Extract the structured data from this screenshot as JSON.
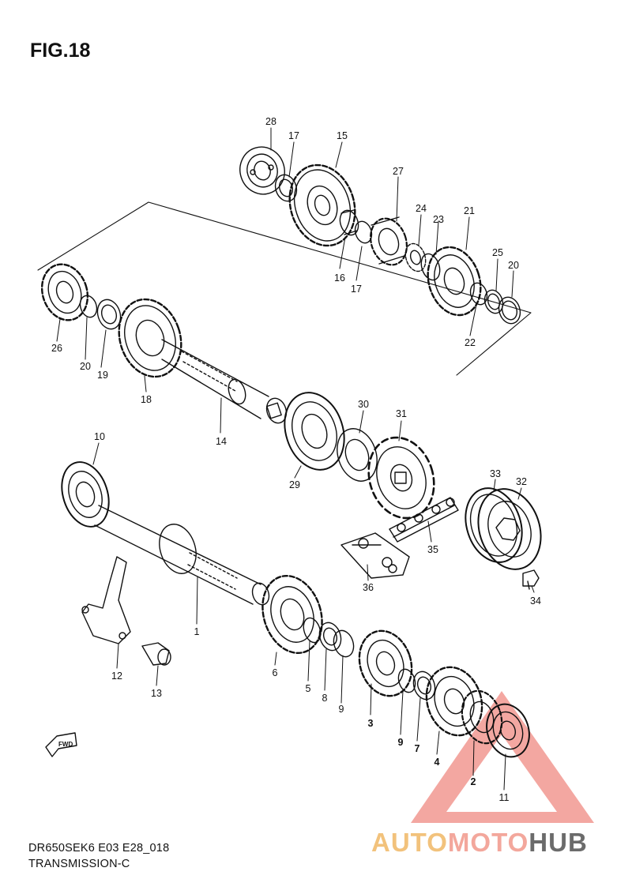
{
  "figure": {
    "title": "FIG.18"
  },
  "footer": {
    "line1": "DR650SEK6 E03 E28_018",
    "line2": "TRANSMISSION-C"
  },
  "fwd_icon": {
    "label": "FWD",
    "icon": "fwd-arrow-icon"
  },
  "watermark": {
    "part1": "AUTO",
    "part2": "MOTO",
    "part3": "HUB",
    "logo": "warning-triangle-logo",
    "colors": {
      "auto": "#f2c27c",
      "moto": "#f3a79c",
      "hub": "#6b6b6b",
      "triangle": "#e8625a"
    }
  },
  "callouts": {
    "c1": "1",
    "c2": "2",
    "c3": "3",
    "c4": "4",
    "c5": "5",
    "c6": "6",
    "c7": "7",
    "c8": "8",
    "c9": "9",
    "c9b": "9",
    "c10": "10",
    "c11": "11",
    "c12": "12",
    "c13": "13",
    "c14": "14",
    "c15": "15",
    "c16": "16",
    "c17a": "17",
    "c17b": "17",
    "c18": "18",
    "c19": "19",
    "c20a": "20",
    "c20b": "20",
    "c21": "21",
    "c22": "22",
    "c23": "23",
    "c24": "24",
    "c25": "25",
    "c26": "26",
    "c27": "27",
    "c28": "28",
    "c29": "29",
    "c30": "30",
    "c31": "31",
    "c32": "32",
    "c33": "33",
    "c34": "34",
    "c35": "35",
    "c36": "36"
  }
}
